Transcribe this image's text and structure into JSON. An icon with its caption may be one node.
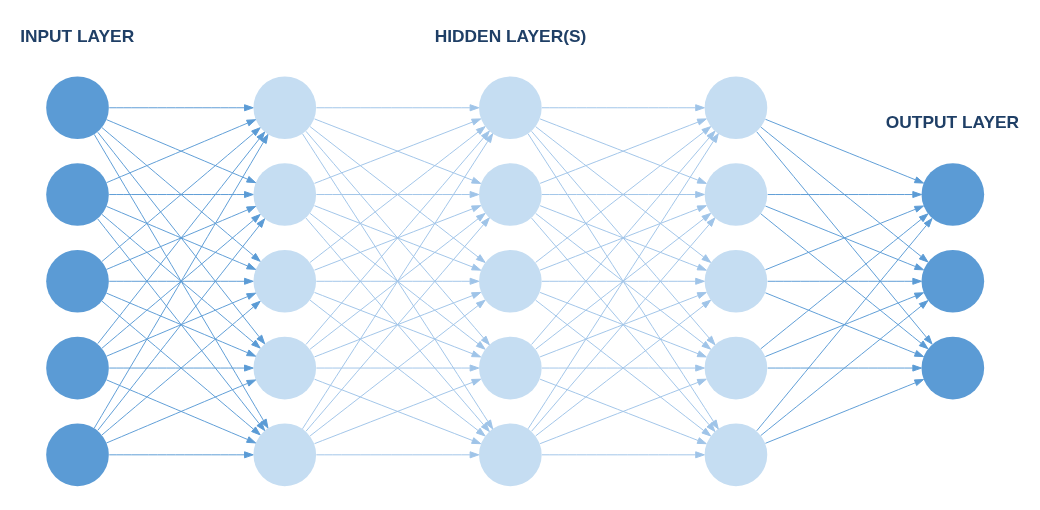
{
  "diagram": {
    "nodes": [
      {
        "text": [],
        "shape": "circle"
      },
      {
        "text": [],
        "shape": "circle"
      },
      {
        "text": [],
        "shape": "circle"
      },
      {
        "text": [],
        "shape": "circle"
      },
      {
        "text": [],
        "shape": "circle"
      },
      {
        "text": [],
        "shape": "circle"
      },
      {
        "text": [],
        "shape": "circle"
      },
      {
        "text": [],
        "shape": "circle"
      },
      {
        "text": [],
        "shape": "circle"
      },
      {
        "text": [],
        "shape": "circle"
      },
      {
        "text": [],
        "shape": "circle"
      },
      {
        "text": [],
        "shape": "circle"
      },
      {
        "text": [],
        "shape": "circle"
      },
      {
        "text": [],
        "shape": "circle"
      },
      {
        "text": [],
        "shape": "circle"
      },
      {
        "text": [],
        "shape": "circle"
      },
      {
        "text": [],
        "shape": "circle"
      },
      {
        "text": [],
        "shape": "circle"
      },
      {
        "text": [],
        "shape": "circle"
      },
      {
        "text": [],
        "shape": "circle"
      },
      {
        "text": [],
        "shape": "circle"
      },
      {
        "text": [],
        "shape": "circle"
      },
      {
        "text": [],
        "shape": "circle"
      }
    ],
    "edges": [
      {
        "from": 0,
        "to": 5,
        "arrow": "to",
        "color": "#5b9bd5"
      },
      {
        "from": 0,
        "to": 6,
        "arrow": "to",
        "color": "#5b9bd5"
      },
      {
        "from": 0,
        "to": 7,
        "arrow": "to",
        "color": "#5b9bd5"
      },
      {
        "from": 0,
        "to": 8,
        "arrow": "to",
        "color": "#5b9bd5"
      },
      {
        "from": 0,
        "to": 9,
        "arrow": "to",
        "color": "#5b9bd5"
      },
      {
        "from": 1,
        "to": 5,
        "arrow": "to",
        "color": "#5b9bd5"
      },
      {
        "from": 1,
        "to": 6,
        "arrow": "to",
        "color": "#5b9bd5"
      },
      {
        "from": 1,
        "to": 7,
        "arrow": "to",
        "color": "#5b9bd5"
      },
      {
        "from": 1,
        "to": 8,
        "arrow": "to",
        "color": "#5b9bd5"
      },
      {
        "from": 1,
        "to": 9,
        "arrow": "to",
        "color": "#5b9bd5"
      },
      {
        "from": 2,
        "to": 5,
        "arrow": "to",
        "color": "#5b9bd5"
      },
      {
        "from": 2,
        "to": 6,
        "arrow": "to",
        "color": "#5b9bd5"
      },
      {
        "from": 2,
        "to": 7,
        "arrow": "to",
        "color": "#5b9bd5"
      },
      {
        "from": 2,
        "to": 8,
        "arrow": "to",
        "color": "#5b9bd5"
      },
      {
        "from": 2,
        "to": 9,
        "arrow": "to",
        "color": "#5b9bd5"
      },
      {
        "from": 3,
        "to": 5,
        "arrow": "to",
        "color": "#5b9bd5"
      },
      {
        "from": 3,
        "to": 6,
        "arrow": "to",
        "color": "#5b9bd5"
      },
      {
        "from": 3,
        "to": 7,
        "arrow": "to",
        "color": "#5b9bd5"
      },
      {
        "from": 3,
        "to": 8,
        "arrow": "to",
        "color": "#5b9bd5"
      },
      {
        "from": 3,
        "to": 9,
        "arrow": "to",
        "color": "#5b9bd5"
      },
      {
        "from": 4,
        "to": 5,
        "arrow": "to",
        "color": "#5b9bd5"
      },
      {
        "from": 4,
        "to": 6,
        "arrow": "to",
        "color": "#5b9bd5"
      },
      {
        "from": 4,
        "to": 7,
        "arrow": "to",
        "color": "#5b9bd5"
      },
      {
        "from": 4,
        "to": 8,
        "arrow": "to",
        "color": "#5b9bd5"
      },
      {
        "from": 4,
        "to": 9,
        "arrow": "to",
        "color": "#5b9bd5"
      },
      {
        "from": 5,
        "to": 10,
        "arrow": "to"
      },
      {
        "from": 5,
        "to": 11,
        "arrow": "to"
      },
      {
        "from": 5,
        "to": 12,
        "arrow": "to"
      },
      {
        "from": 5,
        "to": 13,
        "arrow": "to"
      },
      {
        "from": 5,
        "to": 14,
        "arrow": "to"
      },
      {
        "from": 6,
        "to": 10,
        "arrow": "to"
      },
      {
        "from": 6,
        "to": 11,
        "arrow": "to"
      },
      {
        "from": 6,
        "to": 12,
        "arrow": "to"
      },
      {
        "from": 6,
        "to": 13,
        "arrow": "to"
      },
      {
        "from": 6,
        "to": 14,
        "arrow": "to"
      },
      {
        "from": 7,
        "to": 10,
        "arrow": "to"
      },
      {
        "from": 7,
        "to": 11,
        "arrow": "to"
      },
      {
        "from": 7,
        "to": 12,
        "arrow": "to"
      },
      {
        "from": 7,
        "to": 13,
        "arrow": "to"
      },
      {
        "from": 7,
        "to": 14,
        "arrow": "to"
      },
      {
        "from": 8,
        "to": 10,
        "arrow": "to"
      },
      {
        "from": 8,
        "to": 11,
        "arrow": "to"
      },
      {
        "from": 8,
        "to": 12,
        "arrow": "to"
      },
      {
        "from": 8,
        "to": 13,
        "arrow": "to"
      },
      {
        "from": 8,
        "to": 14,
        "arrow": "to"
      },
      {
        "from": 9,
        "to": 10,
        "arrow": "to"
      },
      {
        "from": 9,
        "to": 11,
        "arrow": "to"
      },
      {
        "from": 9,
        "to": 12,
        "arrow": "to"
      },
      {
        "from": 9,
        "to": 13,
        "arrow": "to"
      },
      {
        "from": 9,
        "to": 14,
        "arrow": "to"
      },
      {
        "from": 10,
        "to": 15,
        "arrow": "to"
      },
      {
        "from": 10,
        "to": 16,
        "arrow": "to"
      },
      {
        "from": 10,
        "to": 17,
        "arrow": "to"
      },
      {
        "from": 10,
        "to": 18,
        "arrow": "to"
      },
      {
        "from": 10,
        "to": 19,
        "arrow": "to"
      },
      {
        "from": 11,
        "to": 15,
        "arrow": "to"
      },
      {
        "from": 11,
        "to": 16,
        "arrow": "to"
      },
      {
        "from": 11,
        "to": 17,
        "arrow": "to"
      },
      {
        "from": 11,
        "to": 18,
        "arrow": "to"
      },
      {
        "from": 11,
        "to": 19,
        "arrow": "to"
      },
      {
        "from": 12,
        "to": 15,
        "arrow": "to"
      },
      {
        "from": 12,
        "to": 16,
        "arrow": "to"
      },
      {
        "from": 12,
        "to": 17,
        "arrow": "to"
      },
      {
        "from": 12,
        "to": 18,
        "arrow": "to"
      },
      {
        "from": 12,
        "to": 19,
        "arrow": "to"
      },
      {
        "from": 13,
        "to": 15,
        "arrow": "to"
      },
      {
        "from": 13,
        "to": 16,
        "arrow": "to"
      },
      {
        "from": 13,
        "to": 17,
        "arrow": "to"
      },
      {
        "from": 13,
        "to": 18,
        "arrow": "to"
      },
      {
        "from": 13,
        "to": 19,
        "arrow": "to"
      },
      {
        "from": 14,
        "to": 15,
        "arrow": "to"
      },
      {
        "from": 14,
        "to": 16,
        "arrow": "to"
      },
      {
        "from": 14,
        "to": 17,
        "arrow": "to"
      },
      {
        "from": 14,
        "to": 18,
        "arrow": "to"
      },
      {
        "from": 14,
        "to": 19,
        "arrow": "to"
      },
      {
        "from": 15,
        "to": 20,
        "arrow": "to",
        "color": "#5b9bd5"
      },
      {
        "from": 15,
        "to": 21,
        "arrow": "to",
        "color": "#5b9bd5"
      },
      {
        "from": 15,
        "to": 22,
        "arrow": "to",
        "color": "#5b9bd5"
      },
      {
        "from": 16,
        "to": 20,
        "arrow": "to",
        "color": "#5b9bd5"
      },
      {
        "from": 16,
        "to": 21,
        "arrow": "to",
        "color": "#5b9bd5"
      },
      {
        "from": 16,
        "to": 22,
        "arrow": "to",
        "color": "#5b9bd5"
      },
      {
        "from": 17,
        "to": 20,
        "arrow": "to",
        "color": "#5b9bd5"
      },
      {
        "from": 17,
        "to": 21,
        "arrow": "to",
        "color": "#5b9bd5"
      },
      {
        "from": 17,
        "to": 22,
        "arrow": "to",
        "color": "#5b9bd5"
      },
      {
        "from": 18,
        "to": 20,
        "arrow": "to",
        "color": "#5b9bd5"
      },
      {
        "from": 18,
        "to": 21,
        "arrow": "to",
        "color": "#5b9bd5"
      },
      {
        "from": 18,
        "to": 22,
        "arrow": "to",
        "color": "#5b9bd5"
      },
      {
        "from": 19,
        "to": 20,
        "arrow": "to",
        "color": "#5b9bd5"
      },
      {
        "from": 19,
        "to": 21,
        "arrow": "to",
        "color": "#5b9bd5"
      },
      {
        "from": 19,
        "to": 22,
        "arrow": "to",
        "color": "#5b9bd5"
      }
    ],
    "labels": [
      "INPUT LAYER",
      "HIDDEN LAYER(S)",
      "OUTPUT LAYER"
    ]
  }
}
